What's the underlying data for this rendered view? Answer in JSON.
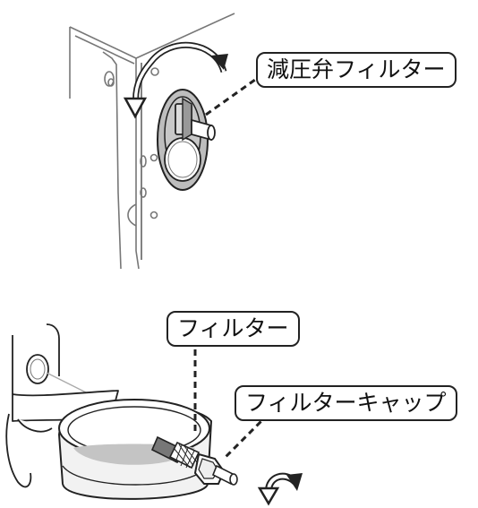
{
  "labels": {
    "pressure_reducing_valve_filter": "減圧弁フィルター",
    "filter": "フィルター",
    "filter_cap": "フィルターキャップ"
  },
  "colors": {
    "stroke": "#222222",
    "shade": "#aaaaaa",
    "light_shade": "#d4d4d4",
    "background": "#ffffff"
  },
  "icons": {
    "rotate_arrow_top": "curved-arrow-counterclockwise",
    "rotate_arrow_bottom": "curved-arrow-counterclockwise"
  }
}
